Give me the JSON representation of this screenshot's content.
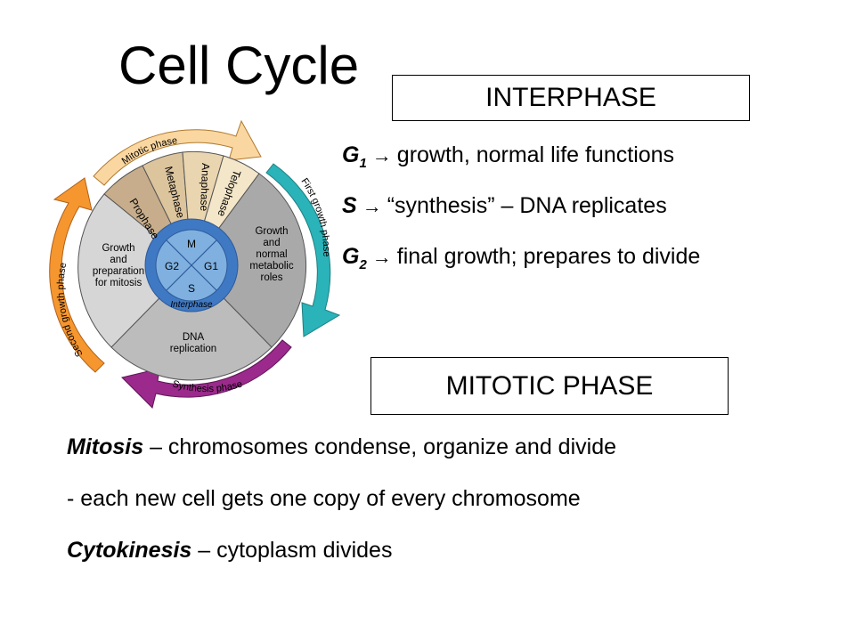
{
  "slide": {
    "title": "Cell Cycle",
    "interphase_box": "INTERPHASE",
    "mitotic_box": "MITOTIC PHASE",
    "interphase_lines": [
      {
        "term": "G",
        "sub": "1",
        "arrow": "→",
        "text": "growth, normal life functions"
      },
      {
        "term": "S",
        "sub": "",
        "arrow": "→",
        "text": "“synthesis” – DNA replicates"
      },
      {
        "term": "G",
        "sub": "2",
        "arrow": "→",
        "text": "final growth; prepares to divide"
      }
    ],
    "mitotic_lines": [
      {
        "term": "Mitosis",
        "text": " – chromosomes condense, organize and divide"
      },
      {
        "term": "",
        "text": "- each new cell gets one copy of every chromosome"
      },
      {
        "term": "Cytokinesis",
        "text": " – cytoplasm divides"
      }
    ]
  },
  "diagram": {
    "arc_labels": {
      "mitotic": "Mitotic phase",
      "first_growth": "First growth phase",
      "synthesis": "Synthesis phase",
      "second_growth": "Second growth phase"
    },
    "sectors": {
      "prophase": "Prophase",
      "metaphase": "Metaphase",
      "anaphase": "Anaphase",
      "telophase": "Telophase",
      "growth_normal": [
        "Growth",
        "and",
        "normal",
        "metabolic",
        "roles"
      ],
      "dna_replication": [
        "DNA",
        "replication"
      ],
      "growth_prep": [
        "Growth",
        "and",
        "preparation",
        "for mitosis"
      ]
    },
    "center": {
      "m": "M",
      "g1": "G1",
      "g2": "G2",
      "s": "S",
      "interphase": "Interphase"
    },
    "colors": {
      "mitotic_arc": "#fad7a0",
      "first_arc": "#2ab3b8",
      "synthesis_arc": "#9b2a8c",
      "second_arc": "#f5962f",
      "prophase": "#c7ad8b",
      "metaphase": "#dcc49d",
      "anaphase": "#e9d6b0",
      "telophase": "#f4e6c8",
      "gray_right": "#a9a9a9",
      "gray_bottom": "#bcbcbc",
      "gray_left": "#d6d6d6",
      "center_blue": "#7fb0e0",
      "center_ring": "#3f79c4"
    }
  }
}
